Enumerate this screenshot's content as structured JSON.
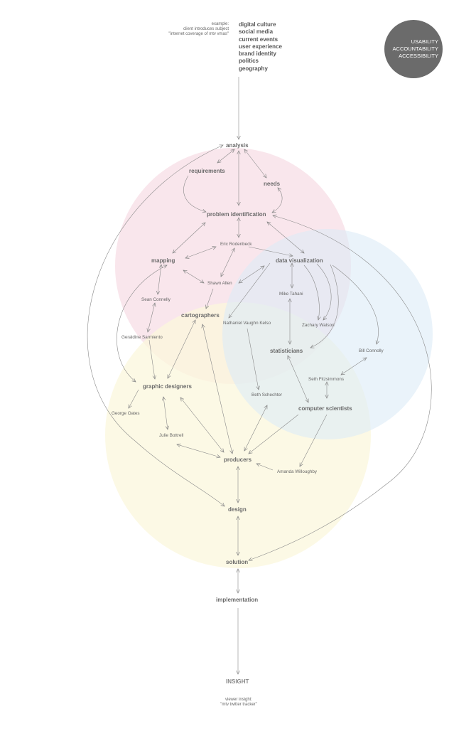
{
  "header": {
    "example_lines": [
      "example:",
      "client introduces subject",
      "\"internet coverage of mtv vmas\""
    ],
    "topics": [
      "digital culture",
      "social media",
      "current events",
      "user experience",
      "brand identity",
      "politics",
      "geography"
    ]
  },
  "badge": {
    "lines": [
      "USABILITY",
      "ACCOUNTABILITY",
      "ACCESSIBILITY"
    ]
  },
  "nodes": {
    "analysis": "analysis",
    "requirements": "requirements",
    "needs": "needs",
    "problem_identification": "problem identification",
    "mapping": "mapping",
    "data_visualization": "data visualization",
    "cartographers": "cartographers",
    "statisticians": "statisticians",
    "graphic_designers": "graphic designers",
    "computer_scientists": "computer scientists",
    "producers": "producers",
    "design": "design",
    "solution": "solution",
    "implementation": "implementation",
    "insight": "INSIGHT"
  },
  "people": {
    "eric_rodenbeck": "Eric Rodenbeck",
    "shawn_allen": "Shawn Allen",
    "sean_connelly": "Sean Connelly",
    "geraldine_sarmiento": "Geraldine Sarmiento",
    "mike_tahani": "Mike Tahani",
    "nathaniel_vaughn_kelso": "Nathaniel Vaughn Kelso",
    "zachary_watson": "Zachary Watson",
    "bill_connolly": "Bill Connolly",
    "seth_fitzsimmons": "Seth Fitzsimmons",
    "beth_schechter": "Beth Schechter",
    "george_oates": "George Oates",
    "julie_bottrell": "Julie Bottrell",
    "amanda_willoughby": "Amanda Willoughby"
  },
  "footer": {
    "lines": [
      "viewer insight:",
      "\"mtv twitter tracker\""
    ]
  },
  "colors": {
    "pink_circle": "#f7dde6",
    "blue_circle": "#dcebf7",
    "yellow_circle": "#fbf7dc",
    "line": "#888888",
    "badge": "#6b6b6b"
  }
}
